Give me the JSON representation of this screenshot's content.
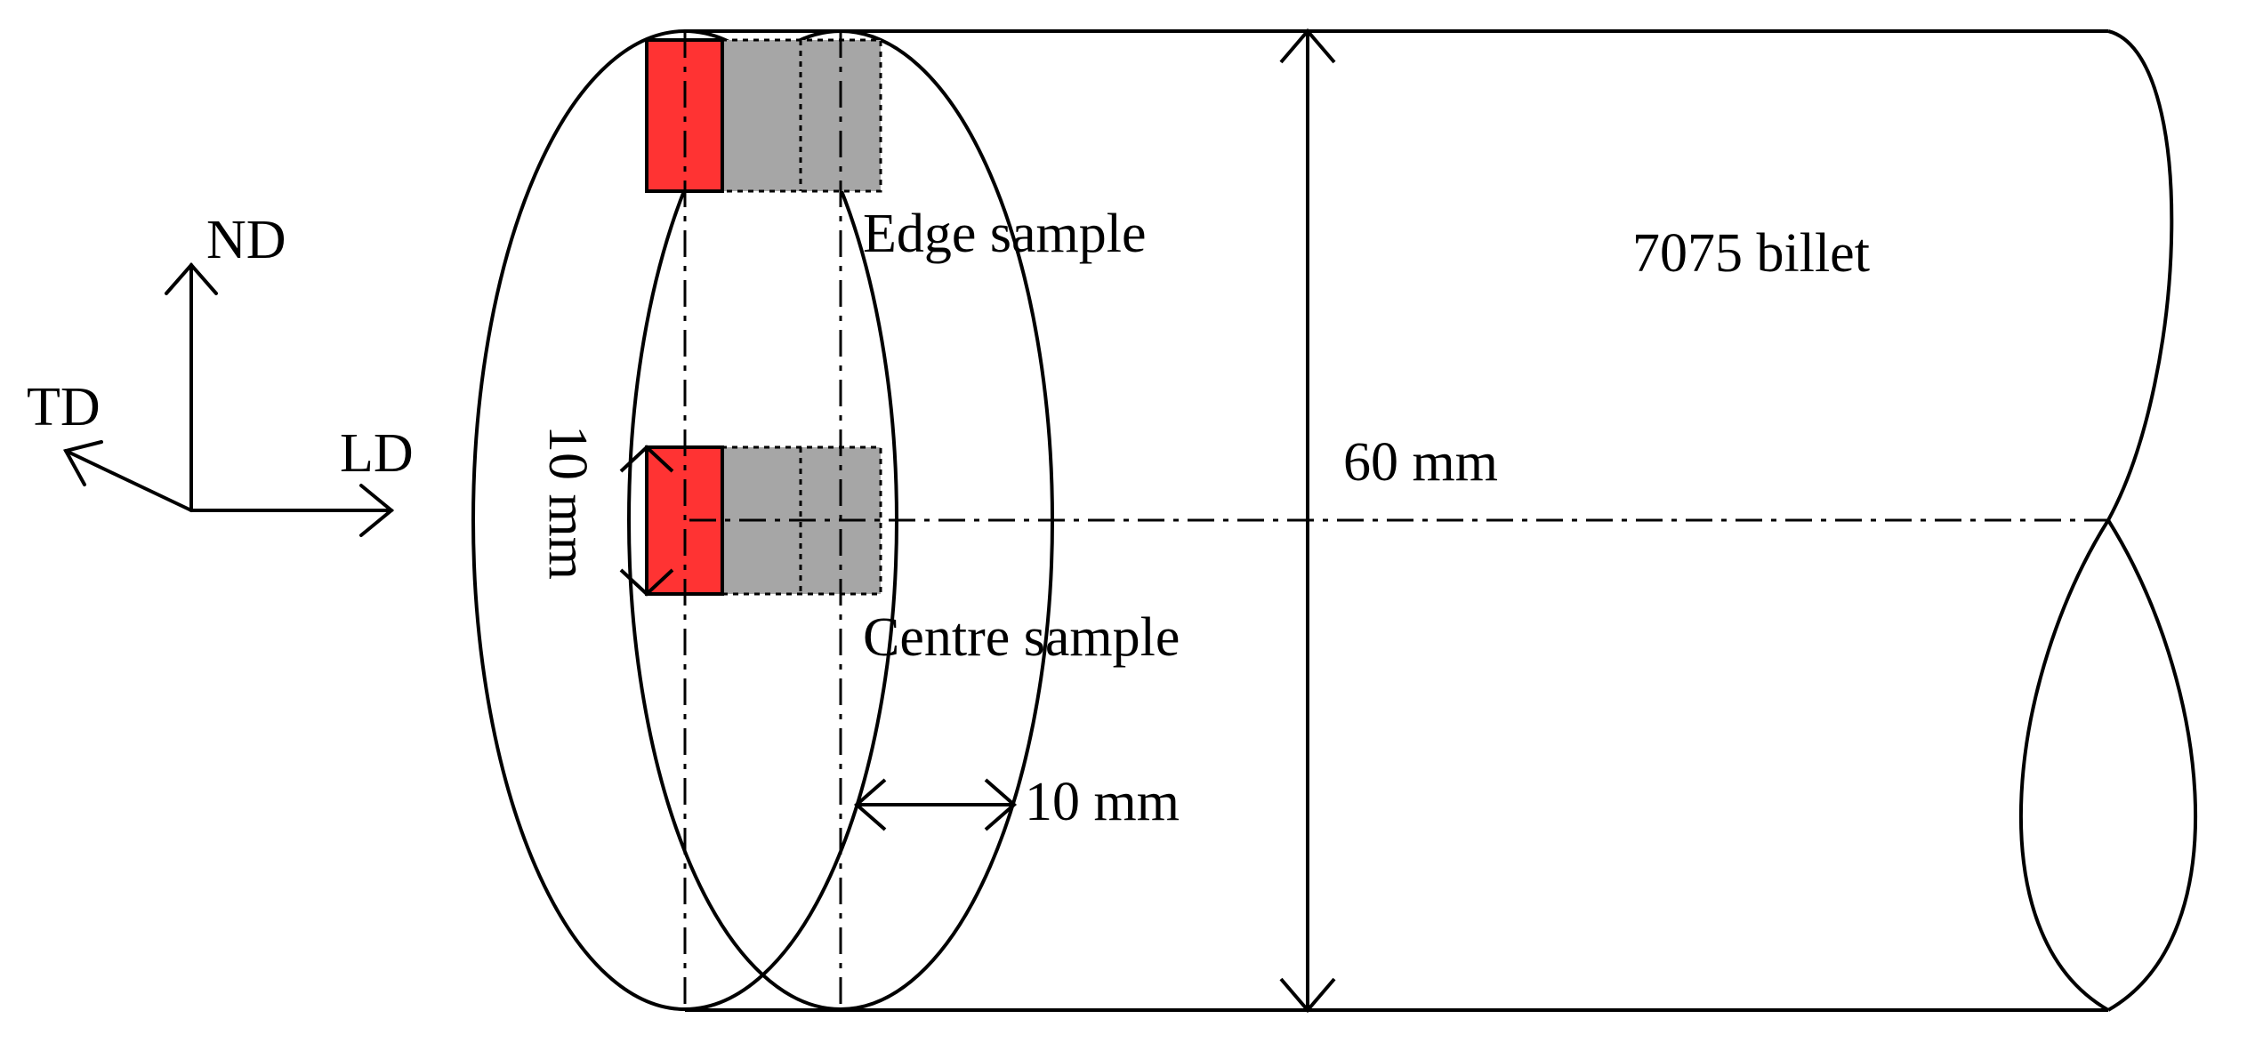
{
  "labels": {
    "axis_nd": "ND",
    "axis_td": "TD",
    "axis_ld": "LD",
    "edge_sample": "Edge sample",
    "centre_sample": "Centre sample",
    "billet": "7075 billet",
    "diameter": "60 mm",
    "sample_height": "10 mm",
    "slice_thickness": "10 mm"
  },
  "colors": {
    "sample_red": "#ff3333",
    "sample_grey": "#a6a6a6",
    "line": "#000000"
  }
}
